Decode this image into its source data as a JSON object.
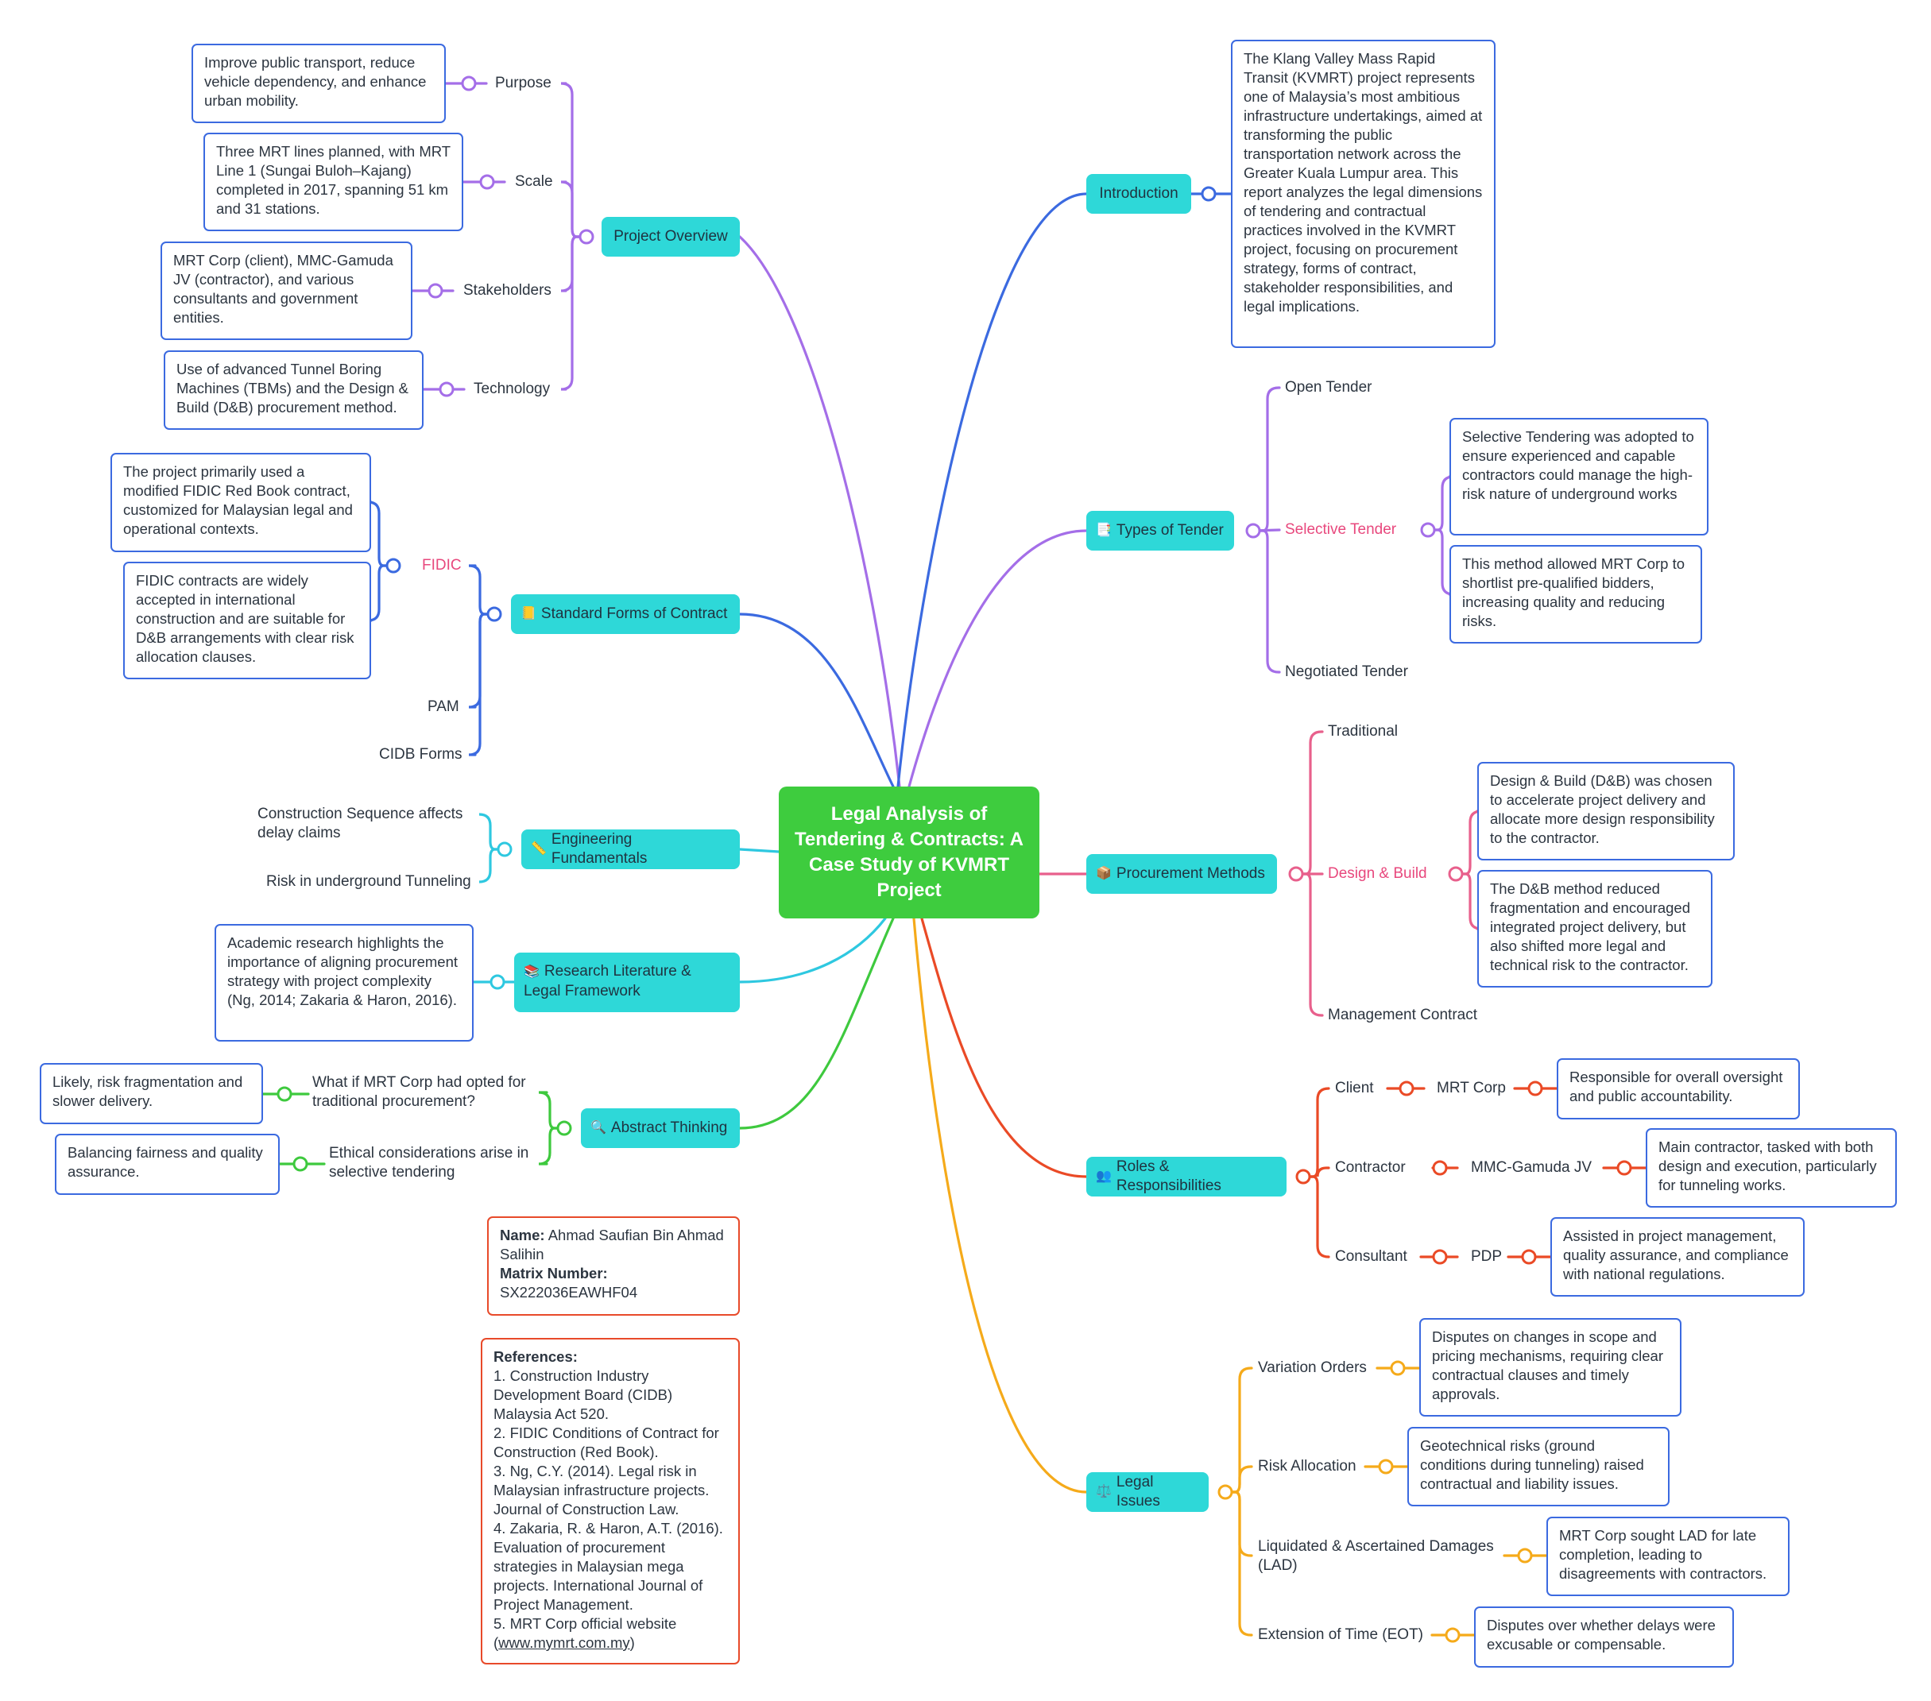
{
  "root": {
    "title": "Legal Analysis of Tendering & Contracts: A Case Study of KVMRT Project"
  },
  "colors": {
    "root": "#3ecc3e",
    "topic": "#2ed8d8",
    "purple": "#a46ee8",
    "blue": "#3b6ae0",
    "pink": "#e8608c",
    "red": "#ea4a26",
    "orange": "#f5aa1a",
    "green": "#3ec93e",
    "cyan": "#2ec8e0"
  },
  "project_overview": {
    "label": "Project Overview",
    "purpose": {
      "label": "Purpose",
      "note": "Improve public transport, reduce vehicle dependency, and enhance urban mobility."
    },
    "scale": {
      "label": "Scale",
      "note": "Three MRT lines planned, with MRT Line 1 (Sungai Buloh–Kajang) completed in 2017, spanning 51 km and 31 stations."
    },
    "stakeholders": {
      "label": "Stakeholders",
      "note": "MRT Corp (client), MMC-Gamuda JV (contractor), and various consultants and government entities."
    },
    "technology": {
      "label": "Technology",
      "note": "Use of advanced Tunnel Boring Machines (TBMs) and the Design & Build (D&B) procurement method."
    }
  },
  "standard_forms": {
    "icon": "book-icon",
    "emoji": "📒",
    "label": "Standard Forms of Contract",
    "fidic": {
      "label": "FIDIC",
      "note1": "The project primarily used a modified FIDIC Red Book contract, customized for Malaysian legal and operational contexts.",
      "note2": "FIDIC contracts are widely accepted in international construction and are suitable for D&B arrangements with clear risk allocation clauses."
    },
    "pam": "PAM",
    "cidb": "CIDB Forms"
  },
  "engineering": {
    "icon": "ruler-icon",
    "emoji": "📏",
    "label": "Engineering Fundamentals",
    "seq": "Construction Sequence affects delay claims",
    "risk": "Risk in underground Tunneling"
  },
  "research": {
    "icon": "books-icon",
    "emoji": "📚",
    "label": "Research Literature & Legal Framework",
    "note": "Academic research highlights the importance of aligning procurement strategy with project complexity (Ng, 2014; Zakaria & Haron, 2016)."
  },
  "abstract": {
    "icon": "magnifier-icon",
    "emoji": "🔍",
    "label": "Abstract Thinking",
    "q1": {
      "label": "What if MRT Corp had opted for traditional procurement?",
      "note": "Likely, risk fragmentation and slower delivery."
    },
    "q2": {
      "label": "Ethical considerations arise in selective tendering",
      "note": "Balancing fairness and quality assurance."
    }
  },
  "author": {
    "name_label": "Name:",
    "name": "Ahmad Saufian Bin Ahmad Salihin",
    "matrix_label": "Matrix Number:",
    "matrix": "SX222036EAWHF04"
  },
  "references": {
    "title": "References:",
    "r1": "1. Construction Industry Development Board (CIDB) Malaysia Act 520.",
    "r2": "2. FIDIC Conditions of Contract for Construction (Red Book).",
    "r3": "3. Ng, C.Y. (2014). Legal risk in Malaysian infrastructure projects. Journal of Construction Law.",
    "r4": "4. Zakaria, R. & Haron, A.T. (2016). Evaluation of procurement strategies in Malaysian mega projects. International Journal of Project Management.",
    "r5a": "5. MRT Corp official website (",
    "r5link": "www.mymrt.com.my",
    "r5b": ")"
  },
  "introduction": {
    "label": "Introduction",
    "note": "The Klang Valley Mass Rapid Transit (KVMRT) project represents one of Malaysia’s most ambitious infrastructure undertakings, aimed at transforming the public transportation network across the Greater Kuala Lumpur area. This report analyzes the legal dimensions of tendering and contractual practices involved in the KVMRT project, focusing on procurement strategy, forms of contract, stakeholder responsibilities, and legal implications."
  },
  "tender": {
    "icon": "memo-icon",
    "emoji": "📑",
    "label": "Types of Tender",
    "open": "Open Tender",
    "selective": {
      "label": "Selective Tender",
      "note1": "Selective Tendering was adopted to ensure experienced and capable contractors could manage the high-risk nature of underground works",
      "note2": "This method allowed MRT Corp to shortlist pre-qualified bidders, increasing quality and reducing risks."
    },
    "negotiated": "Negotiated Tender"
  },
  "procurement": {
    "icon": "package-icon",
    "emoji": "📦",
    "label": "Procurement Methods",
    "traditional": "Traditional",
    "db": {
      "label": "Design & Build",
      "note1": "Design & Build (D&B) was chosen to accelerate project delivery and allocate more design responsibility to the contractor.",
      "note2": "The D&B method reduced fragmentation and encouraged integrated project delivery, but also shifted more legal and technical risk to the contractor."
    },
    "management": "Management Contract"
  },
  "roles": {
    "icon": "people-icon",
    "emoji": "👥",
    "label": "Roles & Responsibilities",
    "client": {
      "label": "Client",
      "entity": "MRT Corp",
      "note": "Responsible for overall oversight and public accountability."
    },
    "contractor": {
      "label": "Contractor",
      "entity": "MMC-Gamuda JV",
      "note": "Main contractor, tasked with both design and execution, particularly for tunneling works."
    },
    "consultant": {
      "label": "Consultant",
      "entity": "PDP",
      "note": "Assisted in project management, quality assurance, and compliance with national regulations."
    }
  },
  "legal": {
    "icon": "scales-icon",
    "emoji": "⚖️",
    "label": "Legal Issues",
    "vo": {
      "label": "Variation Orders",
      "note": "Disputes on changes in scope and pricing mechanisms, requiring clear contractual clauses and timely approvals."
    },
    "risk": {
      "label": "Risk Allocation",
      "note": "Geotechnical risks (ground conditions during tunneling) raised contractual and liability issues."
    },
    "lad": {
      "label": "Liquidated & Ascertained Damages (LAD)",
      "note": "MRT Corp sought LAD for late completion, leading to disagreements with contractors."
    },
    "eot": {
      "label": "Extension of Time (EOT)",
      "note": "Disputes over whether delays were excusable or compensable."
    }
  }
}
